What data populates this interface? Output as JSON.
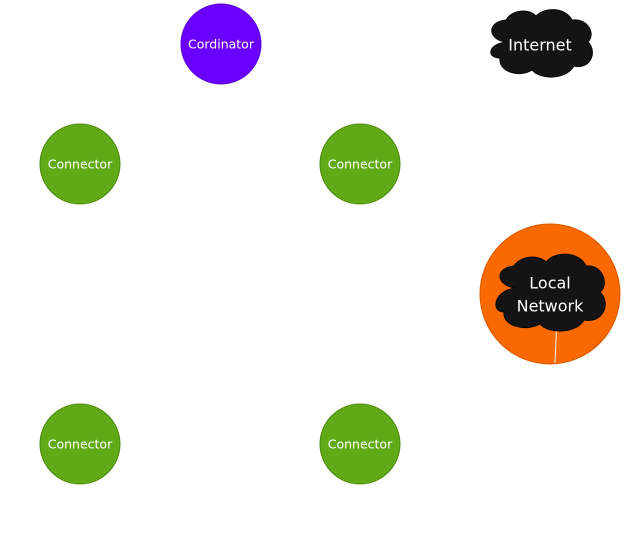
{
  "nodes": {
    "coordinator": {
      "label": "Cordinator",
      "color": "#6a00ff"
    },
    "connector_top_left": {
      "label": "Connector",
      "color": "#60a917"
    },
    "connector_top_right": {
      "label": "Connector",
      "color": "#60a917"
    },
    "connector_bottom_left": {
      "label": "Connector",
      "color": "#60a917"
    },
    "connector_bottom_right": {
      "label": "Connector",
      "color": "#60a917"
    },
    "internet": {
      "label": "Internet",
      "color": "#141414"
    },
    "local_network": {
      "line1": "Local",
      "line2": "Network",
      "ring_color": "#fa6800",
      "cloud_color": "#141414"
    }
  }
}
